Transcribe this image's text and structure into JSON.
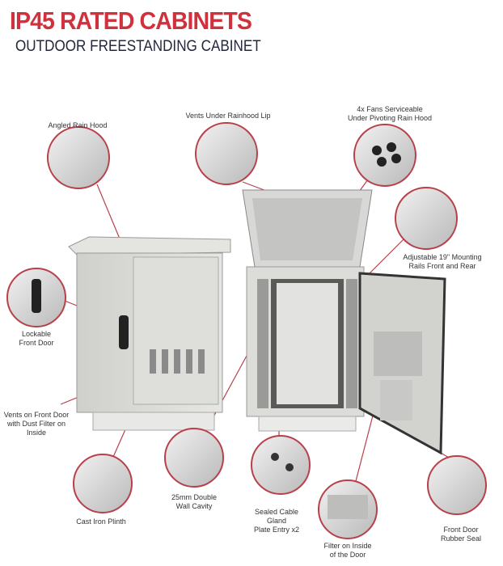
{
  "header": {
    "title": "IP45 RATED CABINETS",
    "subtitle": "OUTDOOR FREESTANDING CABINET"
  },
  "colors": {
    "accent": "#d0313c",
    "callout_line": "#b8404a"
  },
  "callouts": [
    {
      "lines": [
        "Angled Rain Hood"
      ]
    },
    {
      "lines": [
        "Vents Under Rainhood Lip"
      ]
    },
    {
      "lines": [
        "4x Fans Serviceable",
        "Under Pivoting Rain Hood"
      ]
    },
    {
      "lines": [
        "Adjustable 19\" Mounting",
        "Rails Front and Rear"
      ]
    },
    {
      "lines": [
        "Lockable",
        "Front Door"
      ]
    },
    {
      "lines": [
        "Vents on Front Door",
        "with Dust Filter on",
        "Inside"
      ]
    },
    {
      "lines": [
        "Cast Iron Plinth"
      ]
    },
    {
      "lines": [
        "25mm Double",
        "Wall Cavity"
      ]
    },
    {
      "lines": [
        "Sealed Cable",
        "Gland",
        "Plate Entry x2"
      ]
    },
    {
      "lines": [
        "Filter on Inside",
        "of the Door"
      ]
    },
    {
      "lines": [
        "Front Door",
        "Rubber Seal"
      ]
    }
  ]
}
